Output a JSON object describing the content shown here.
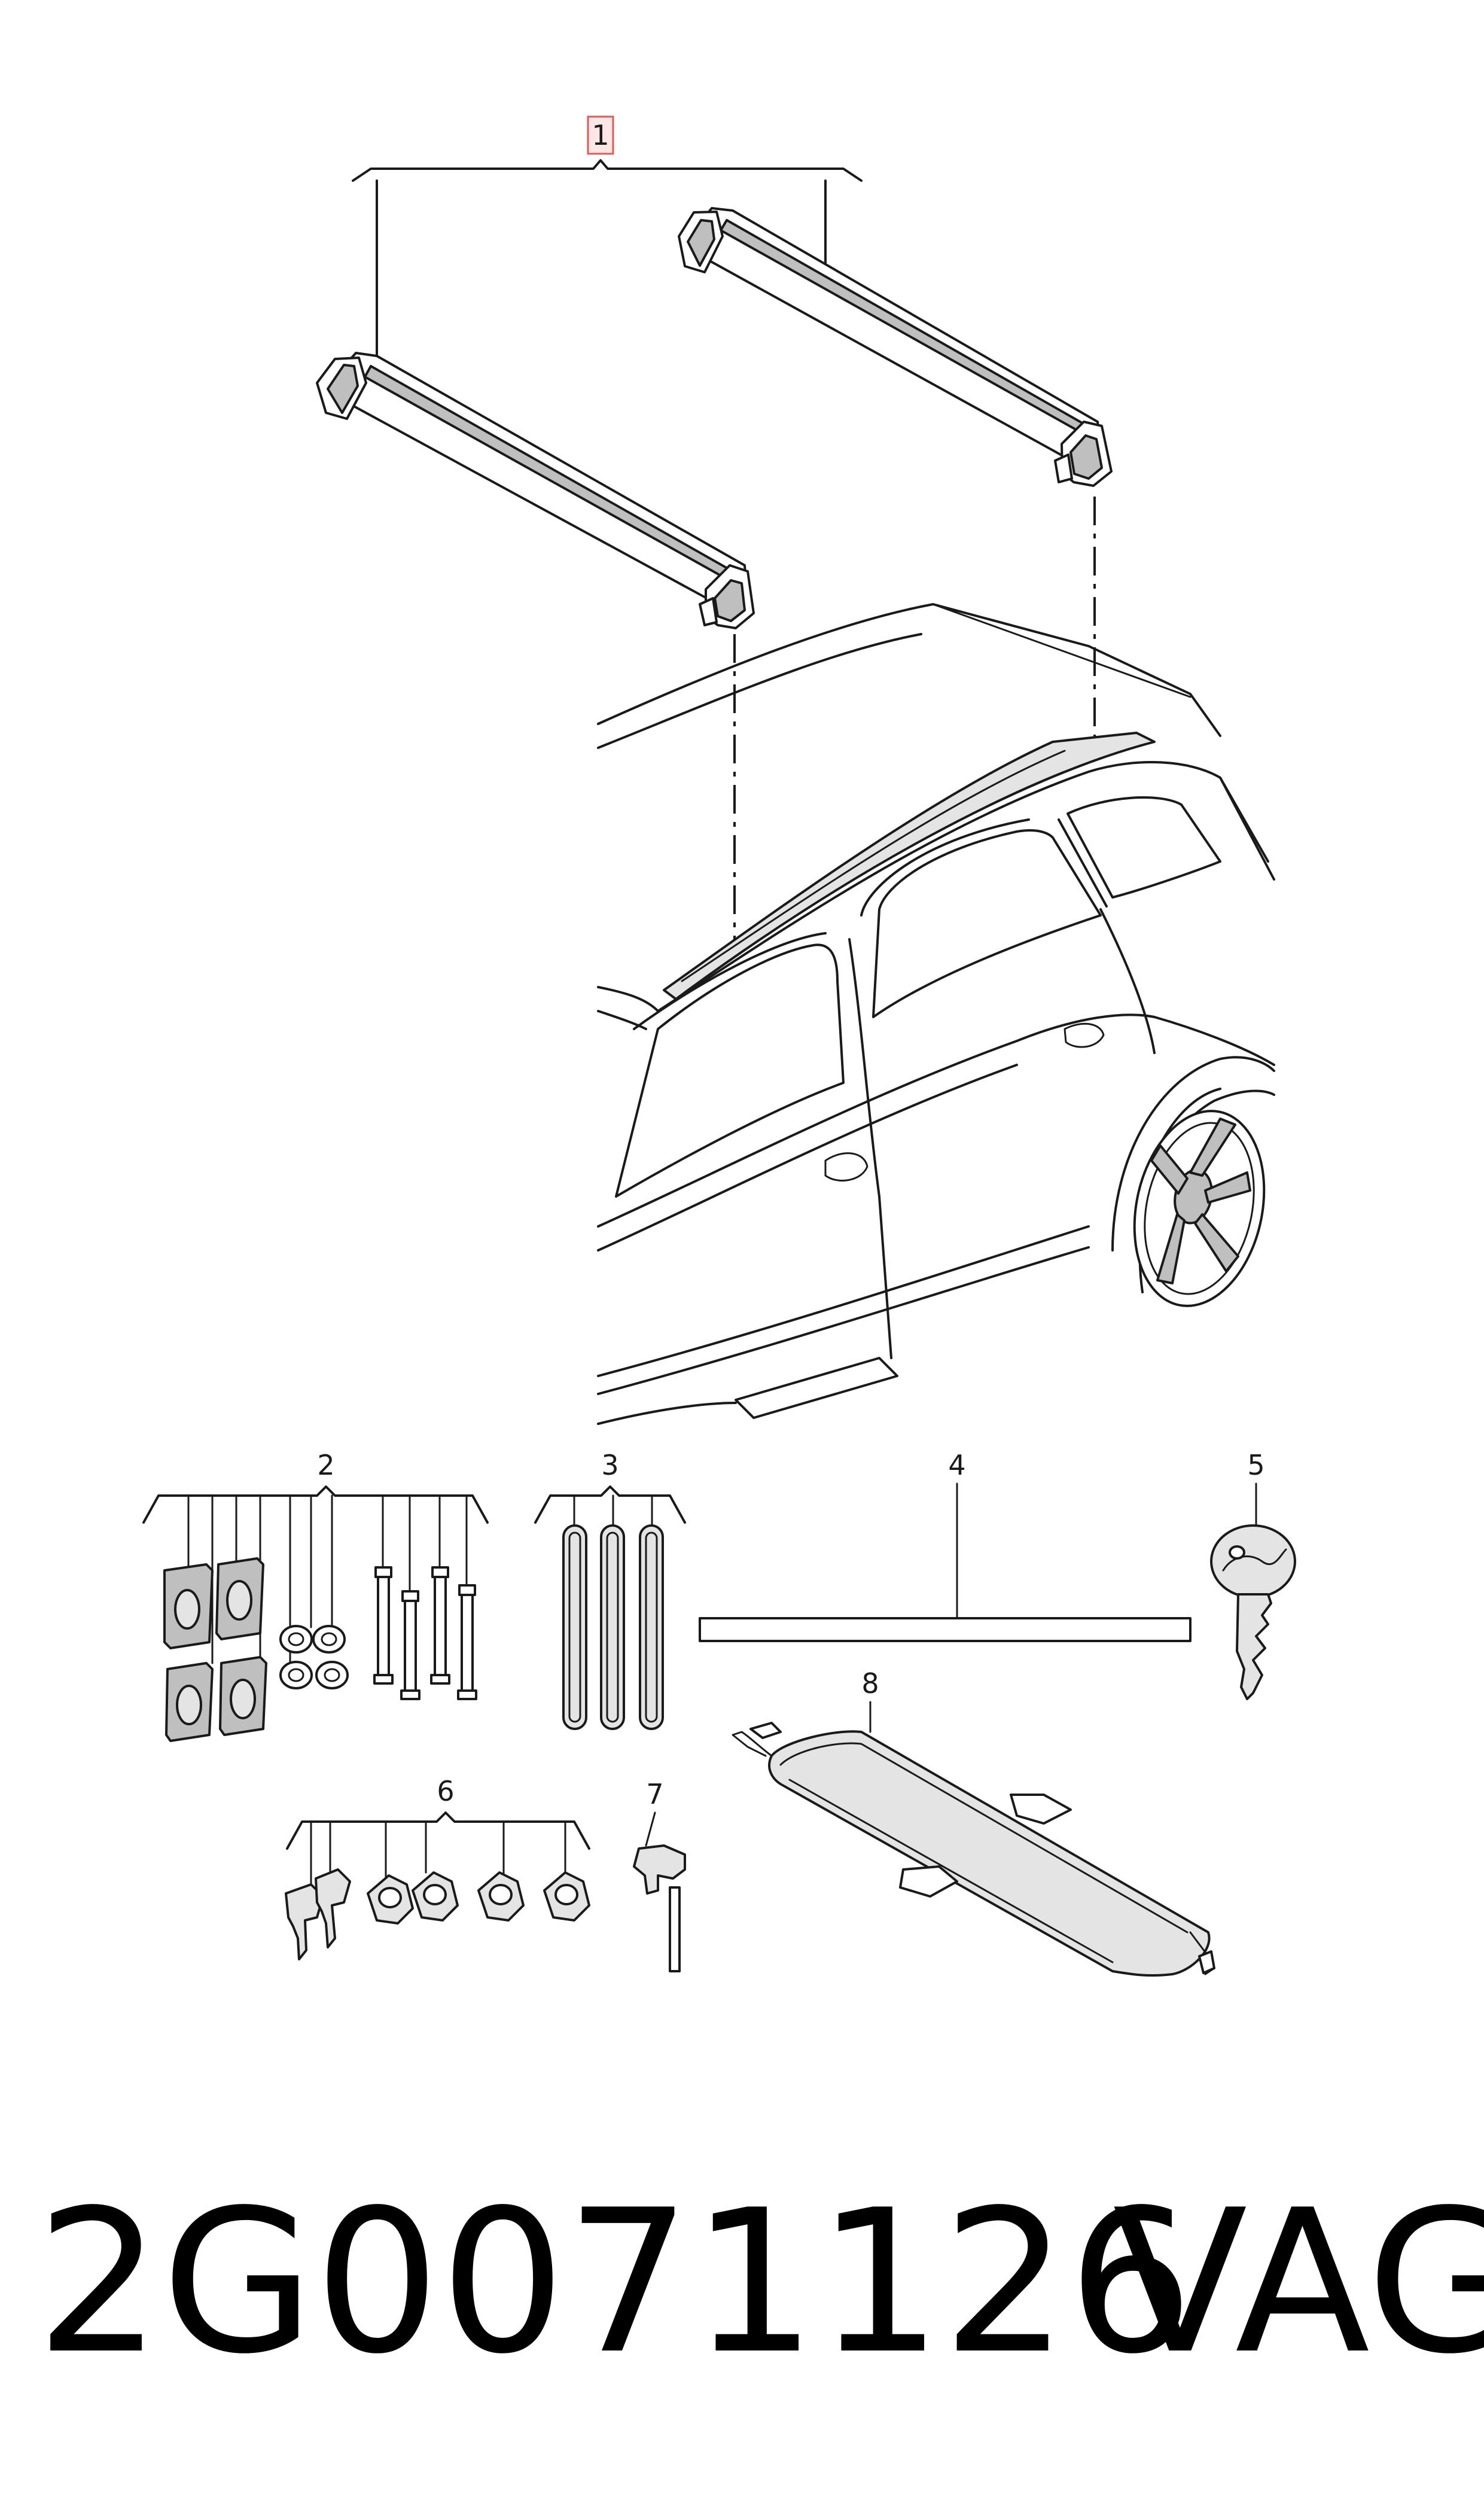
{
  "callouts": {
    "c1": "1",
    "c2": "2",
    "c3": "3",
    "c4": "4",
    "c5": "5",
    "c6": "6",
    "c7": "7",
    "c8": "8"
  },
  "footer": {
    "part_number": "2G0071126",
    "brand": "VAG"
  },
  "colors": {
    "line": "#1a1a1a",
    "part_fill": "#bfbfbf",
    "light_fill": "#e4e4e4",
    "highlight": "#e05a5a",
    "highlight_bg": "#fde6e6"
  },
  "icons": [
    "roof-bar-icon",
    "car-body-icon",
    "wheel-icon",
    "key-icon",
    "lock-cylinder-icon",
    "t-handle-wrench-icon",
    "cover-panel-icon"
  ]
}
